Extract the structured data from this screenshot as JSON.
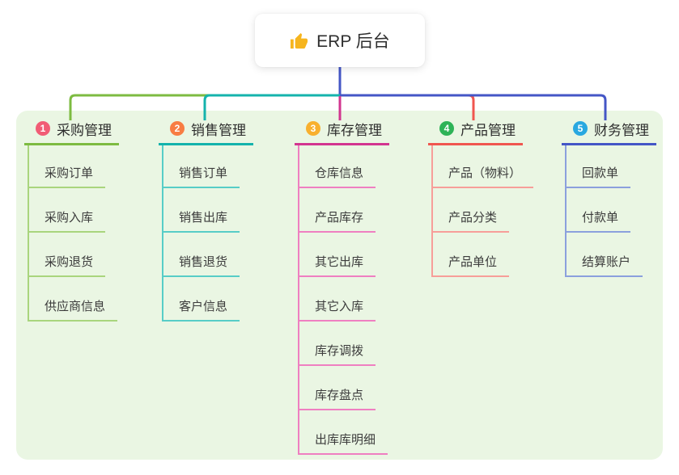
{
  "root": {
    "title": "ERP 后台",
    "icon": "thumbs-up-icon",
    "icon_color": "#f6b51e"
  },
  "panel_bg": "#eaf6e3",
  "branches": [
    {
      "badge": "1",
      "title": "采购管理",
      "color": "#7dbb41",
      "light": "#a9d57d",
      "badge_color": "#f15c75",
      "children": [
        "采购订单",
        "采购入库",
        "采购退货",
        "供应商信息"
      ]
    },
    {
      "badge": "2",
      "title": "销售管理",
      "color": "#14b3ac",
      "light": "#57cdc7",
      "badge_color": "#f87d43",
      "children": [
        "销售订单",
        "销售出库",
        "销售退货",
        "客户信息"
      ]
    },
    {
      "badge": "3",
      "title": "库存管理",
      "color": "#d2358f",
      "light": "#ef7fc1",
      "badge_color": "#f8b02f",
      "children": [
        "仓库信息",
        "产品库存",
        "其它出库",
        "其它入库",
        "库存调拨",
        "库存盘点",
        "出库库明细"
      ]
    },
    {
      "badge": "4",
      "title": "产品管理",
      "color": "#f0564f",
      "light": "#f79e99",
      "badge_color": "#2eb357",
      "children": [
        "产品（物料）",
        "产品分类",
        "产品单位"
      ]
    },
    {
      "badge": "5",
      "title": "财务管理",
      "color": "#4456c6",
      "light": "#8ba0dd",
      "badge_color": "#29a8e0",
      "children": [
        "回款单",
        "付款单",
        "结算账户"
      ]
    }
  ]
}
